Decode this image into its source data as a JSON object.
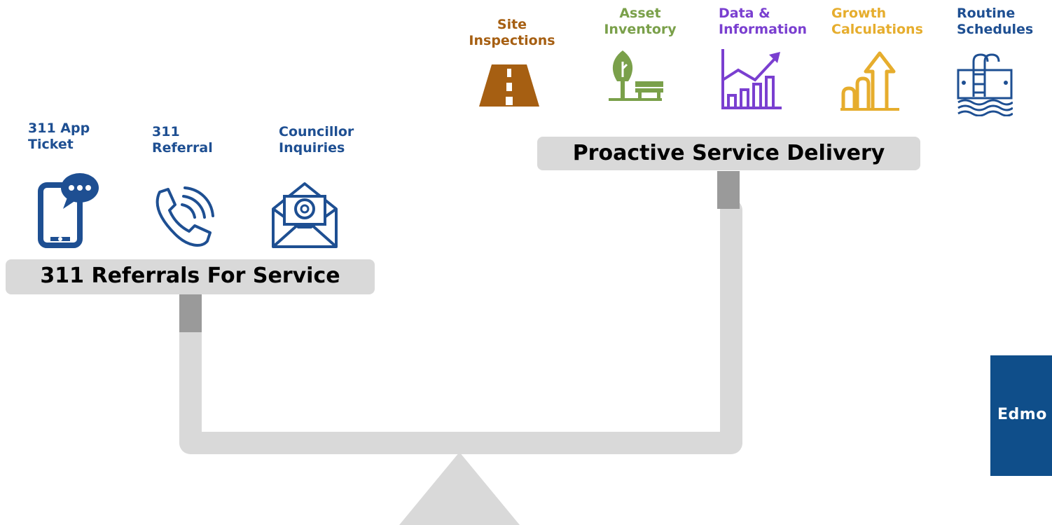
{
  "colors": {
    "blue": "#1e4f92",
    "brown": "#a65f12",
    "green": "#7aa04a",
    "purple": "#7a3fd0",
    "gold": "#e6ad2d",
    "gray_light": "#d9d9d9",
    "gray_dark": "#9a9a9a",
    "logo_bg": "#0f4e8a"
  },
  "left_side": {
    "banner": "311 Referrals For Service",
    "items": [
      {
        "label": "311 App\nTicket",
        "icon": "smartphone-chat-icon"
      },
      {
        "label": "311\nReferral",
        "icon": "phone-ringing-icon"
      },
      {
        "label": "Councillor\nInquiries",
        "icon": "email-at-icon"
      }
    ]
  },
  "right_side": {
    "banner": "Proactive Service Delivery",
    "items": [
      {
        "label": "Site\nInspections",
        "icon": "road-icon"
      },
      {
        "label": "Asset\nInventory",
        "icon": "tree-bench-icon"
      },
      {
        "label": "Data &\nInformation",
        "icon": "growth-chart-icon"
      },
      {
        "label": "Growth\nCalculations",
        "icon": "bar-arrow-up-icon"
      },
      {
        "label": "Routine\nSchedules",
        "icon": "pool-ladder-icon"
      }
    ]
  },
  "logo": {
    "text": "Edmo"
  }
}
